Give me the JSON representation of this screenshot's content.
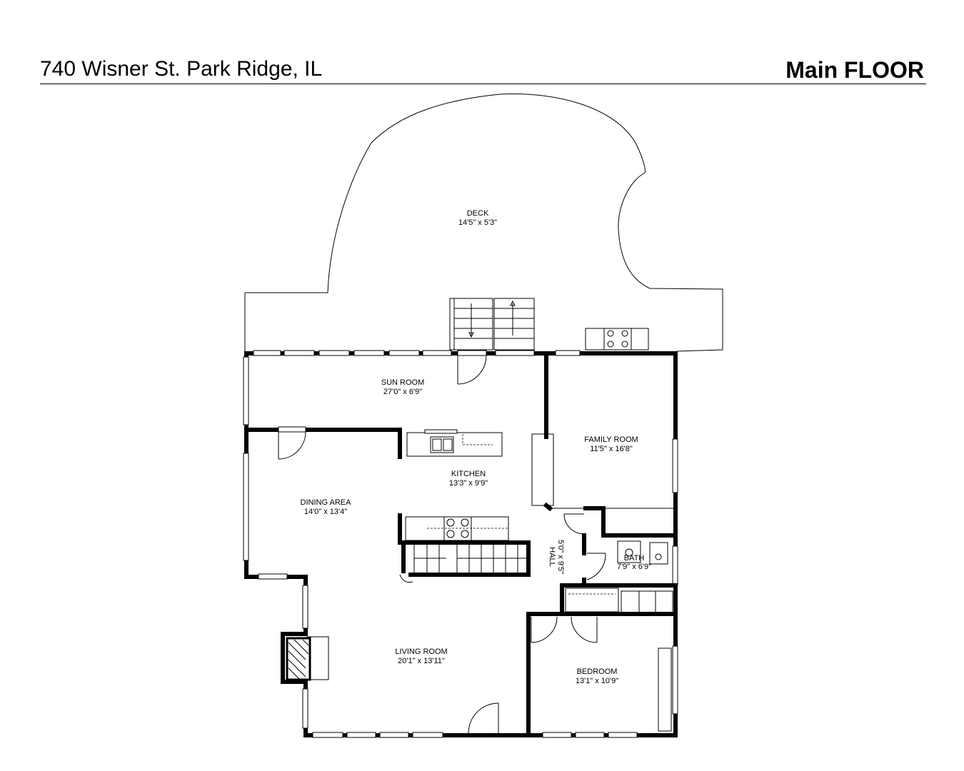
{
  "header": {
    "address": "740 Wisner St. Park Ridge, IL",
    "floor": "Main FLOOR"
  },
  "rooms": {
    "deck": {
      "name": "DECK",
      "dims": "14'5\" x 5'3\""
    },
    "sun_room": {
      "name": "SUN ROOM",
      "dims": "27'0\" x 6'9\""
    },
    "family": {
      "name": "FAMILY ROOM",
      "dims": "11'5\" x 16'8\""
    },
    "kitchen": {
      "name": "KITCHEN",
      "dims": "13'3\" x 9'9\""
    },
    "dining": {
      "name": "DINING AREA",
      "dims": "14'0\" x 13'4\""
    },
    "hall": {
      "name": "HALL",
      "dims": "5'0\" x 9'5\""
    },
    "bath": {
      "name": "BATH",
      "dims": "7'9\" x 6'9\""
    },
    "living": {
      "name": "LIVING ROOM",
      "dims": "20'1\" x 13'11\""
    },
    "bedroom": {
      "name": "BEDROOM",
      "dims": "13'1\" x 10'9\""
    }
  }
}
